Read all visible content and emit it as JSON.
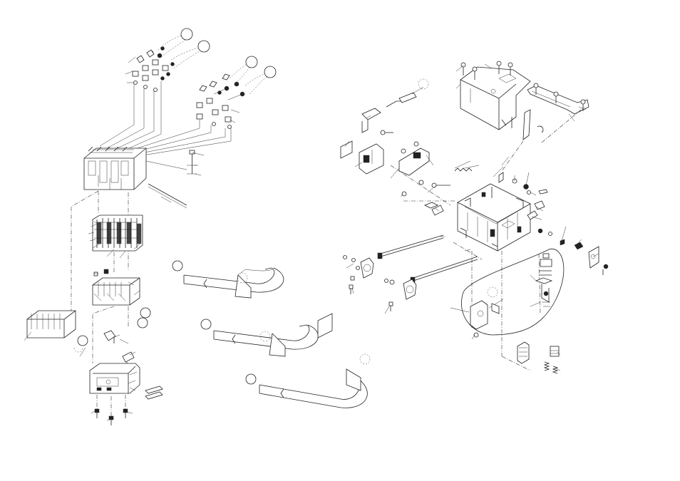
{
  "callouts": {
    "count": 66
  },
  "reference_circles": {
    "count": 13
  },
  "fasteners": {
    "count": 38
  },
  "colors": {
    "ink": "#222222",
    "paper": "#ffffff",
    "fill_dark": "#222222",
    "fill_grey": "#bbbbbb"
  }
}
